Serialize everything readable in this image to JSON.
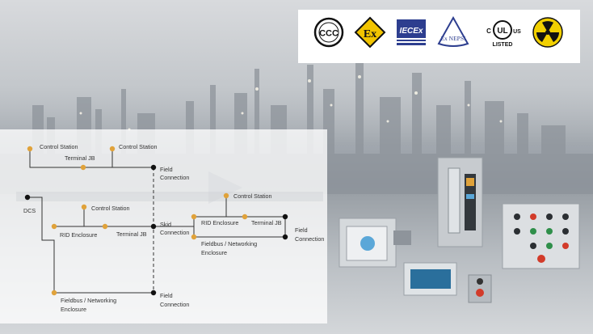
{
  "certifications": [
    {
      "name": "ccc-mark",
      "text": "CCC"
    },
    {
      "name": "ex-mark",
      "text": "Ex"
    },
    {
      "name": "iecex-mark",
      "text": "IECEx"
    },
    {
      "name": "nepsi-mark",
      "text": "Ex NEPSI"
    },
    {
      "name": "ul-listed-mark",
      "text_c": "C",
      "text_ul": "UL",
      "text_us": "US",
      "text_listed": "LISTED"
    },
    {
      "name": "radiation-mark",
      "text": ""
    }
  ],
  "diagram": {
    "labels": {
      "control_station_1": "Control Station",
      "control_station_2": "Control Station",
      "terminal_jb_1": "Terminal JB",
      "field_connection_1_a": "Field",
      "field_connection_1_b": "Connection",
      "dcs": "DCS",
      "control_station_3": "Control Station",
      "rid_enclosure_1": "RID Enclosure",
      "terminal_jb_2": "Terminal JB",
      "skid_connection_a": "Skid",
      "skid_connection_b": "Connection",
      "control_station_4": "Control Station",
      "rid_enclosure_2": "RID Enclosure",
      "terminal_jb_3": "Terminal JB",
      "field_connection_2_a": "Field",
      "field_connection_2_b": "Connection",
      "fieldbus_1_a": "Fieldbus / Networking",
      "fieldbus_1_b": "Enclosure",
      "fieldbus_2_a": "Fieldbus / Networking",
      "fieldbus_2_b": "Enclosure",
      "field_connection_3_a": "Field",
      "field_connection_3_b": "Connection"
    }
  },
  "colors": {
    "node_orange": "#e0a23a",
    "node_black": "#111111",
    "line": "#333333"
  }
}
